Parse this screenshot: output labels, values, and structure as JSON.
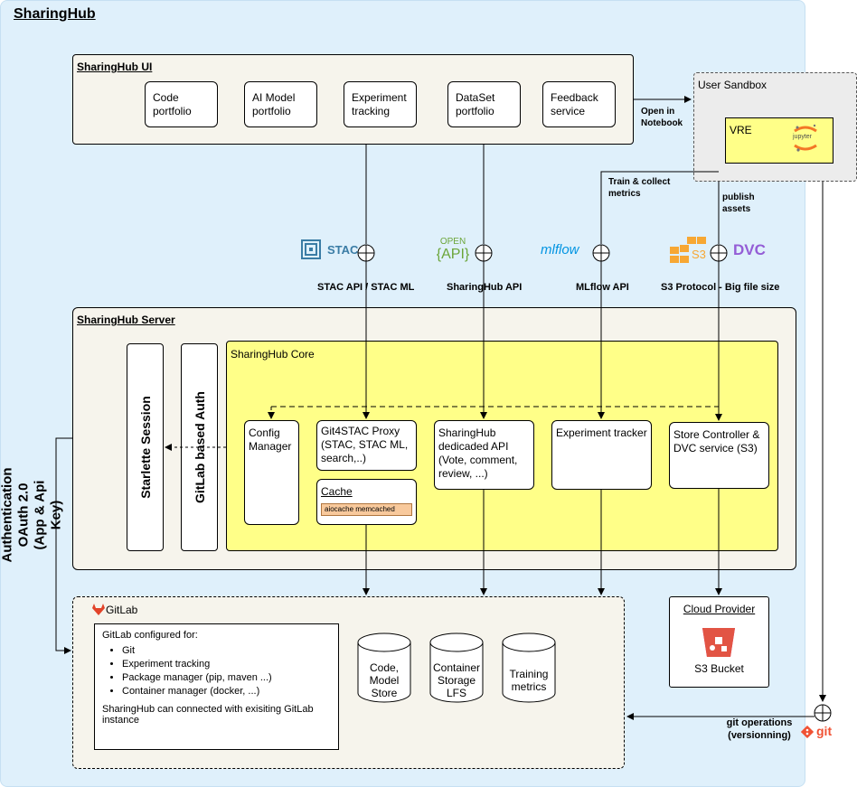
{
  "title": "SharingHub",
  "ui": {
    "label": "SharingHub UI",
    "boxes": [
      "Code portfolio",
      "AI Model portfolio",
      "Experiment tracking",
      "DataSet portfolio",
      "Feedback service"
    ]
  },
  "sandbox": {
    "label": "User Sandbox",
    "vre": "VRE",
    "jupyter": "jupyter"
  },
  "edges": {
    "open_notebook": "Open in Notebook",
    "train_collect": "Train & collect metrics",
    "publish_assets": "publish assets",
    "git_operations": "git operations (versionning)"
  },
  "apis": {
    "stac": "STAC API / STAC ML",
    "sharinghub": "SharingHub API",
    "mlflow": "MLflow API",
    "s3": "S3 Protocol  - Big file size"
  },
  "logos": {
    "stac": "STAC",
    "openapi_top": "OPEN",
    "openapi_bottom": "{API}",
    "mlflow": "mlflow",
    "s3": "S3",
    "dvc": "DVC",
    "git": "git",
    "gitlab": "GitLab"
  },
  "auth_side": "Authentication OAuth 2.0 (App & Api Key)",
  "server": {
    "label": "SharingHub Server",
    "starlette": "Starlette Session",
    "gitlab_auth": "GitLab based Auth",
    "core_label": "SharingHub Core",
    "config": "Config Manager",
    "gitstac": "Git4STAC Proxy (STAC, STAC ML, search,..)",
    "cache": "Cache",
    "cache_tag": "aiocache memcached",
    "dedicated": "SharingHub dedicaded API (Vote, comment, review, ...)",
    "experiment": "Experiment tracker",
    "store": "Store Controller & DVC service (S3)"
  },
  "gitlab": {
    "label": "GitLab",
    "configured_for": "GitLab configured for:",
    "items": [
      "Git",
      "Experiment tracking",
      "Package manager (pip, maven ...)",
      "Container manager (docker, ...)"
    ],
    "note": "SharingHub can connected with exisiting GitLab instance",
    "stores": [
      "Code, Model Store",
      "Container Storage LFS",
      "Training metrics"
    ]
  },
  "cloud": {
    "label": "Cloud Provider",
    "bucket": "S3 Bucket"
  },
  "colors": {
    "outer_bg": "#dff0fb",
    "core_bg": "#ffff88",
    "cache_tag_bg": "#f8c99c",
    "gitlab_orange": "#e24329",
    "aws_orange": "#f7a733",
    "dvc_purple": "#945dd6",
    "stac_blue": "#3a7ca5"
  }
}
